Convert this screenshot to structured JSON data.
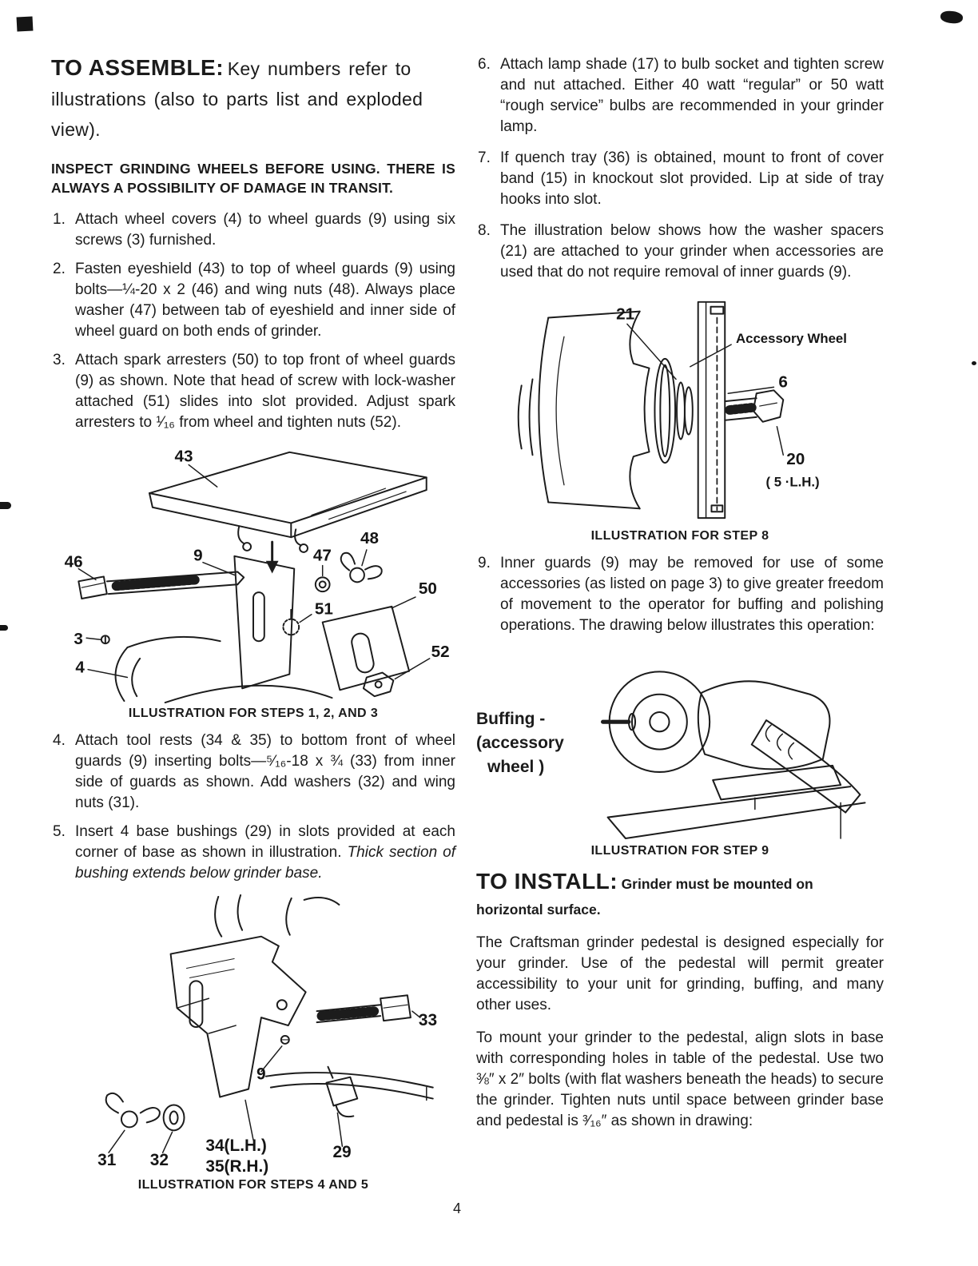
{
  "page_number": "4",
  "assemble": {
    "title": "TO ASSEMBLE:",
    "intro": "Key numbers refer to illustrations (also to parts list and exploded view).",
    "warning": "INSPECT GRINDING WHEELS BEFORE USING. THERE IS ALWAYS A POSSIBILITY OF DAMAGE IN TRANSIT.",
    "steps": [
      {
        "num": "1.",
        "text": "Attach wheel covers (4) to wheel guards (9) using six screws (3) furnished."
      },
      {
        "num": "2.",
        "text": "Fasten eyeshield (43) to top of wheel guards (9) using bolts—¼-20 x 2 (46) and wing nuts (48). Always place washer (47) between tab of eyeshield and inner side of wheel guard on both ends of grinder."
      },
      {
        "num": "3.",
        "text": "Attach spark arresters (50) to top front of wheel guards (9) as shown. Note that head of screw with lock-washer attached (51) slides into slot provided. Adjust spark arresters to ¹⁄₁₆ from wheel and tighten nuts (52)."
      },
      {
        "num": "4.",
        "text": "Attach tool rests (34 & 35) to bottom front of wheel guards (9) inserting bolts—⁵⁄₁₆-18 x ¾ (33) from inner side of guards as shown. Add washers (32) and wing nuts (31)."
      },
      {
        "num": "5.",
        "text": "Insert 4 base bushings (29) in slots provided at each corner of base as shown in illustration.",
        "italic": "Thick section of bushing extends below grinder base."
      },
      {
        "num": "6.",
        "text": "Attach lamp shade (17) to bulb socket and tighten screw and nut attached. Either 40 watt “regular” or 50 watt “rough service” bulbs are recommended in your grinder lamp."
      },
      {
        "num": "7.",
        "text": "If quench tray (36) is obtained, mount to front of cover band (15) in knockout slot provided. Lip at side of tray hooks into slot."
      },
      {
        "num": "8.",
        "text": "The illustration below shows how the washer spacers (21) are attached to your grinder when accessories are used that do not require removal of inner guards (9)."
      },
      {
        "num": "9.",
        "text": "Inner guards (9) may be removed for use of some accessories (as listed on page 3) to give greater freedom of movement to the operator for buffing and polishing operations. The drawing below illustrates this operation:"
      }
    ]
  },
  "figures": {
    "fig123": {
      "caption": "ILLUSTRATION FOR STEPS 1, 2, AND 3",
      "labels": {
        "p43": "43",
        "p46": "46",
        "p9": "9",
        "p47": "47",
        "p48": "48",
        "p50": "50",
        "p3": "3",
        "p51": "51",
        "p4": "4",
        "p52": "52"
      }
    },
    "fig45": {
      "caption": "ILLUSTRATION FOR STEPS 4 AND 5",
      "labels": {
        "p33": "33",
        "p9": "9",
        "p31": "31",
        "p32": "32",
        "p34": "34(L.H.)",
        "p35": "35(R.H.)",
        "p29": "29"
      }
    },
    "fig8": {
      "caption": "ILLUSTRATION FOR STEP 8",
      "labels": {
        "p21": "21",
        "accessory": "Accessory Wheel",
        "p6": "6",
        "p20": "20",
        "p5lh": "( 5 ·L.H.)"
      }
    },
    "fig9": {
      "caption": "ILLUSTRATION FOR STEP 9",
      "side1": "Buffing -",
      "side2": "(accessory",
      "side3": "wheel )"
    }
  },
  "install": {
    "title": "TO INSTALL:",
    "subtitle": "Grinder must be mounted on horizontal surface.",
    "para1": "The Craftsman grinder pedestal is designed especially for your grinder. Use of the pedestal will permit greater accessibility to your unit for grinding, buffing, and many other uses.",
    "para2": "To mount your grinder to the pedestal, align slots in base with corresponding holes in table of the pedestal. Use two ⅜″ x 2″ bolts (with flat washers beneath the heads) to secure the grinder. Tighten nuts until space between grinder base and pedestal is ³⁄₁₆″ as shown in drawing:"
  }
}
